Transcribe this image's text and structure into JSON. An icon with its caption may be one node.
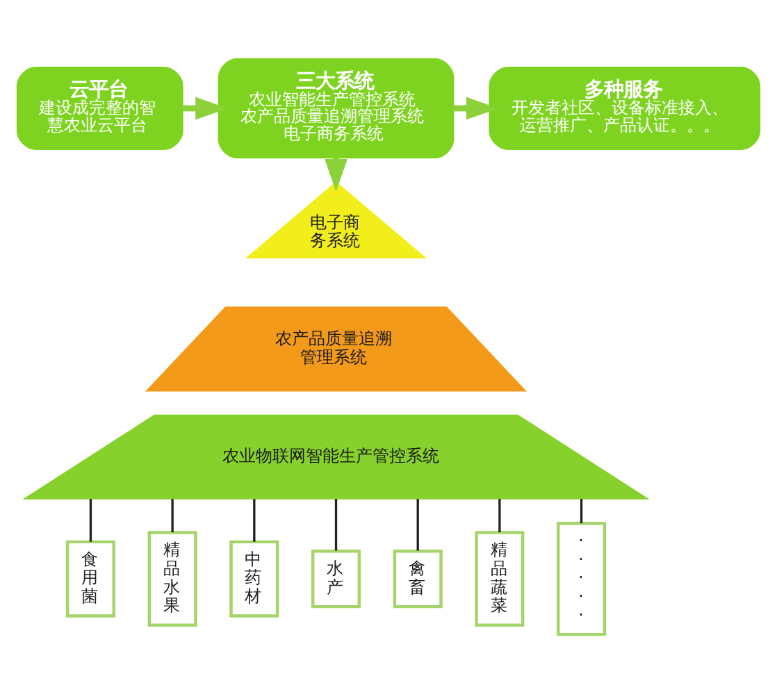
{
  "diagram": {
    "nodes": [
      {
        "text": [
          "云平台",
          "建设成完整的智慧农业云平台"
        ]
      },
      {
        "text": [
          "三大系统",
          "农业智能生产管控系统",
          "农产品质量追溯管理系统",
          "电子商务系统"
        ]
      },
      {
        "text": [
          "多种服务",
          "开发者社区、设备标准接入、运营推广、产品认证。。。"
        ]
      },
      {
        "text": [
          "电子商务系统"
        ]
      },
      {
        "text": [
          "农产品质量追溯管理系统"
        ]
      },
      {
        "text": [
          "农业物联网智能生产管控系统"
        ]
      },
      {
        "text": [
          "食用菌"
        ]
      },
      {
        "text": [
          "精品水果"
        ]
      },
      {
        "text": [
          "中药材"
        ]
      },
      {
        "text": [
          "水产"
        ]
      },
      {
        "text": [
          "禽畜"
        ]
      },
      {
        "text": [
          "精品蔬菜"
        ]
      },
      {
        "text": [
          "·····"
        ]
      }
    ],
    "edges": [
      {
        "from": 0,
        "to": 1,
        "arrow": "to",
        "style": "thick",
        "color": "#8cd13a"
      },
      {
        "from": 1,
        "to": 2,
        "arrow": "to",
        "style": "thick",
        "color": "#8cd13a"
      },
      {
        "from": 1,
        "to": 3,
        "arrow": "to",
        "style": "thick",
        "color": "#8cd13a"
      },
      {
        "from": 5,
        "to": 6,
        "arrow": "none"
      },
      {
        "from": 5,
        "to": 7,
        "arrow": "none"
      },
      {
        "from": 5,
        "to": 8,
        "arrow": "none"
      },
      {
        "from": 5,
        "to": 9,
        "arrow": "none"
      },
      {
        "from": 5,
        "to": 10,
        "arrow": "none"
      },
      {
        "from": 5,
        "to": 11,
        "arrow": "none"
      },
      {
        "from": 5,
        "to": 12,
        "arrow": "none"
      }
    ]
  }
}
